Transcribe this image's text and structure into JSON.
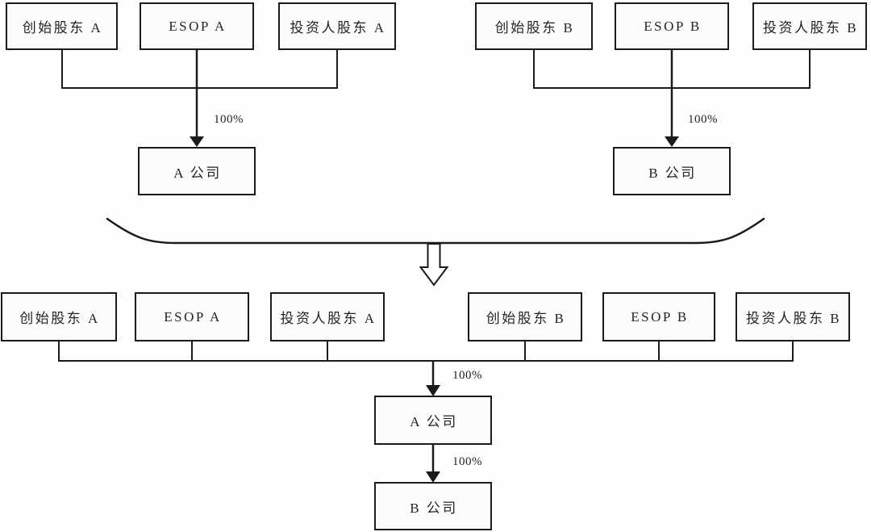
{
  "diagram": {
    "colors": {
      "line": "#1b1b1b",
      "box_border": "#1b1b1b",
      "box_fill": "#fbfcfc",
      "background": "#fefefe"
    },
    "before": {
      "group_a": {
        "shareholders": [
          "创始股东 A",
          "ESOP A",
          "投资人股东 A"
        ],
        "ownership_label": "100%",
        "company": "A 公司"
      },
      "group_b": {
        "shareholders": [
          "创始股东 B",
          "ESOP B",
          "投资人股东 B"
        ],
        "ownership_label": "100%",
        "company": "B 公司"
      }
    },
    "transition": {
      "gather_icon": "gather-curve",
      "merge_icon": "hollow-down-arrow"
    },
    "after": {
      "shareholders": [
        "创始股东 A",
        "ESOP A",
        "投资人股东 A",
        "创始股东 B",
        "ESOP B",
        "投资人股东 B"
      ],
      "ownership_label_a": "100%",
      "company_a": "A 公司",
      "ownership_label_b": "100%",
      "company_b": "B 公司"
    }
  }
}
